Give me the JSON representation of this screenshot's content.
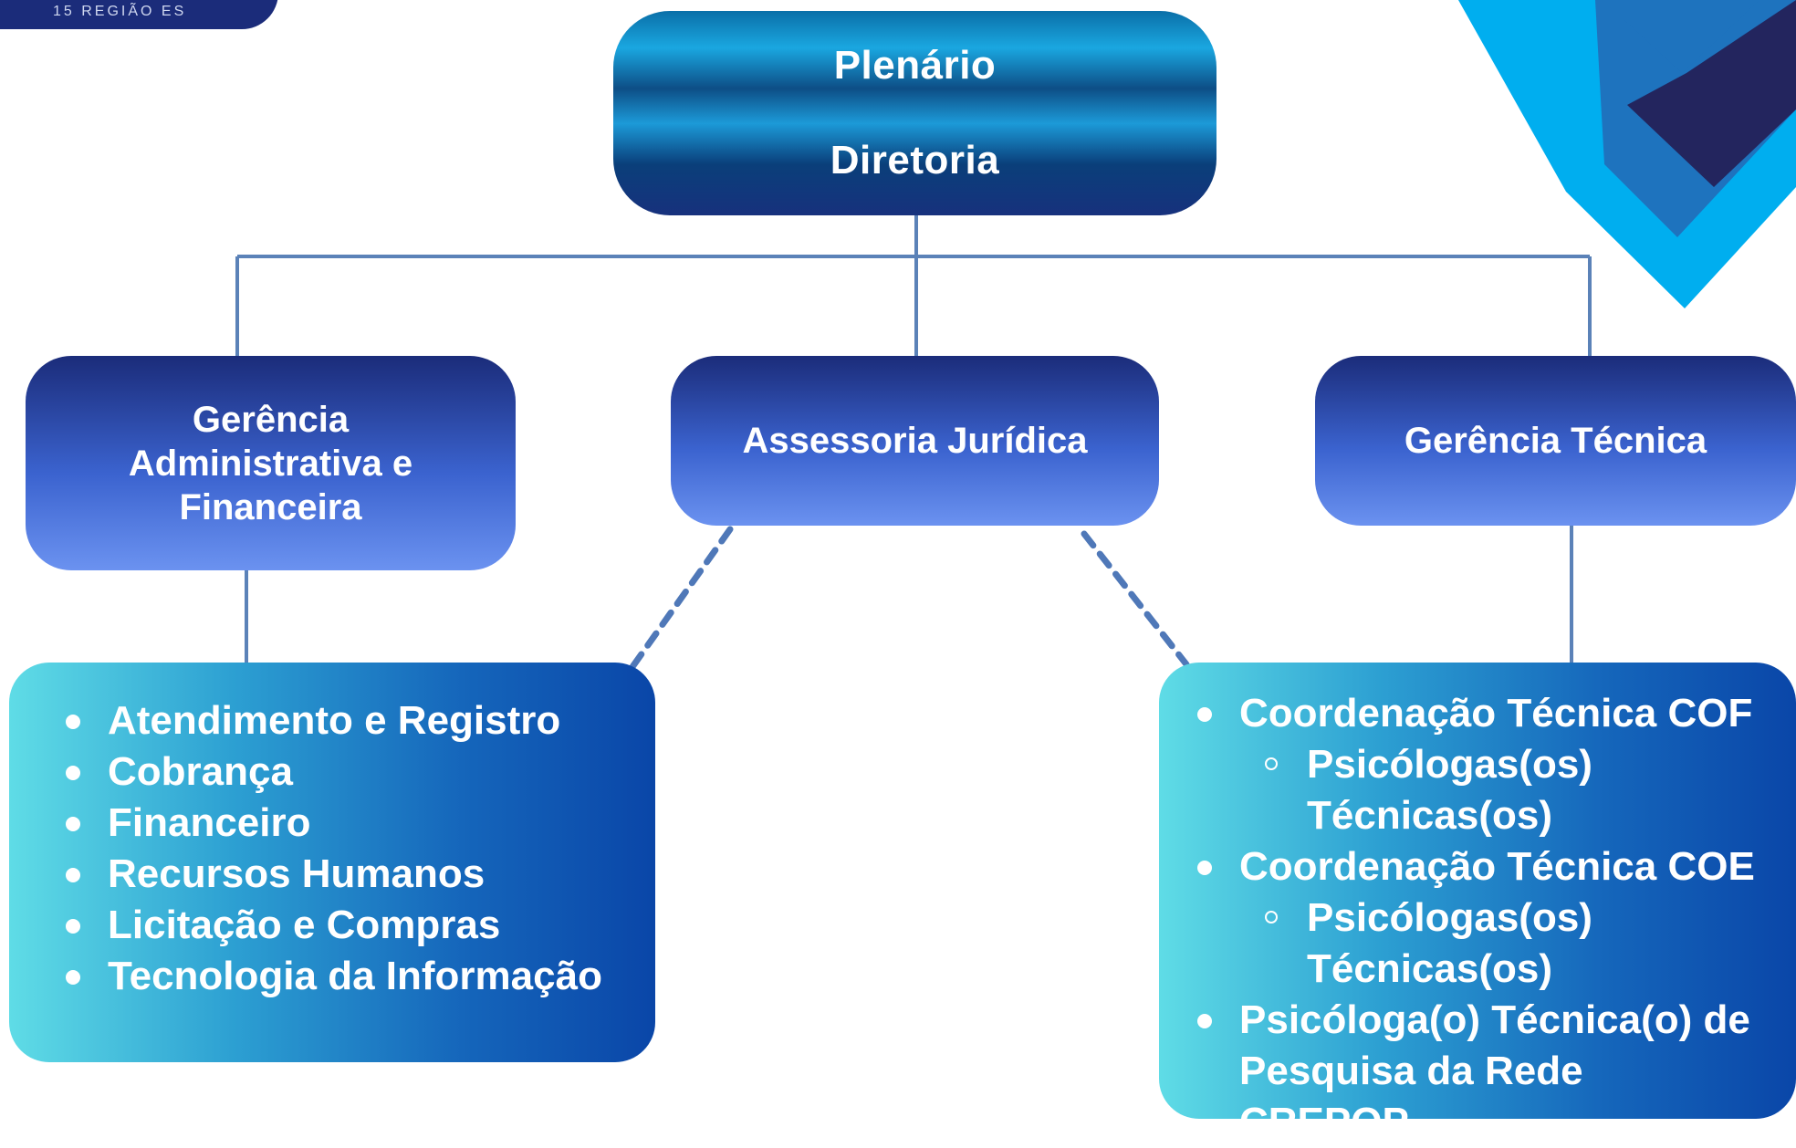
{
  "logo_tab": {
    "text": "15 REGIÃO ES"
  },
  "top": {
    "line1": "Plenário",
    "line2": "Diretoria"
  },
  "units": {
    "gaf": "Gerência Administrativa e Financeira",
    "aj": "Assessoria Jurídica",
    "gt": "Gerência Técnica"
  },
  "left_list": [
    "Atendimento e Registro",
    "Cobrança",
    "Financeiro",
    "Recursos Humanos",
    "Licitação e Compras",
    "Tecnologia da Informação"
  ],
  "right_list": {
    "item1": "Coordenação Técnica COF",
    "item1_sub": "Psicólogas(os) Técnicas(os)",
    "item2": "Coordenação Técnica COE",
    "item2_sub": "Psicólogas(os) Técnicas(os)",
    "item3": "Psicóloga(o) Técnica(o) de Pesquisa da Rede CREPOP"
  },
  "colors": {
    "connector": "#5b82b8",
    "navy": "#1b2c7a",
    "sky": "#00aeef",
    "corner_blue": "#1e73be"
  }
}
